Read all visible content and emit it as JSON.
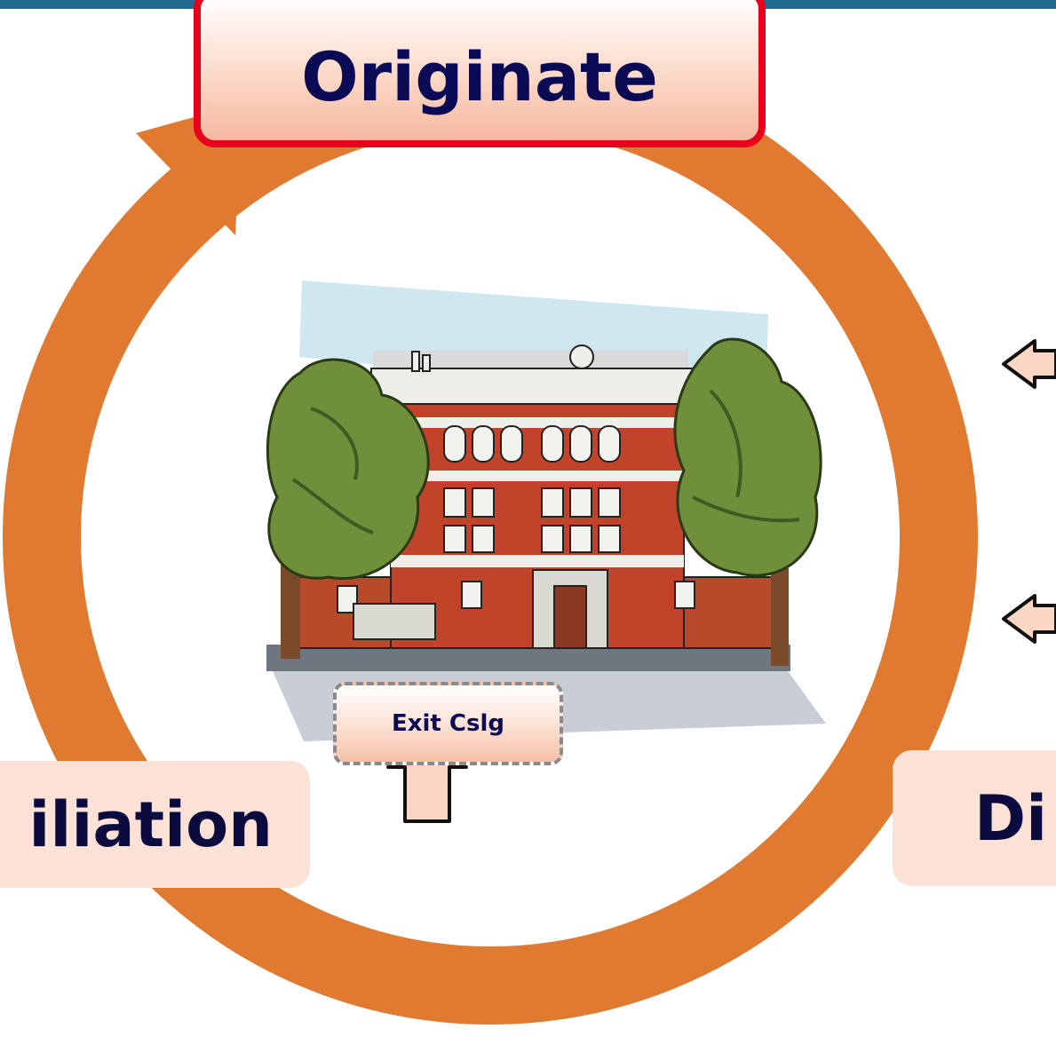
{
  "diagram": {
    "nodes": {
      "originate": "Originate",
      "reconciliation": "iliation",
      "disburse": "Di",
      "exit_counseling": "Exit Cslg"
    },
    "colors": {
      "cycle_ring": "#e07a30",
      "originate_border": "#e8001c",
      "box_fill": "#fce2d6",
      "label_text": "#0b0b55",
      "top_bar": "#1f6a8f"
    },
    "icons": {
      "center_image": "school-building-clipart",
      "up_arrow": "up-arrow-outline-icon",
      "left_arrows": "left-arrow-outline-icon"
    }
  }
}
